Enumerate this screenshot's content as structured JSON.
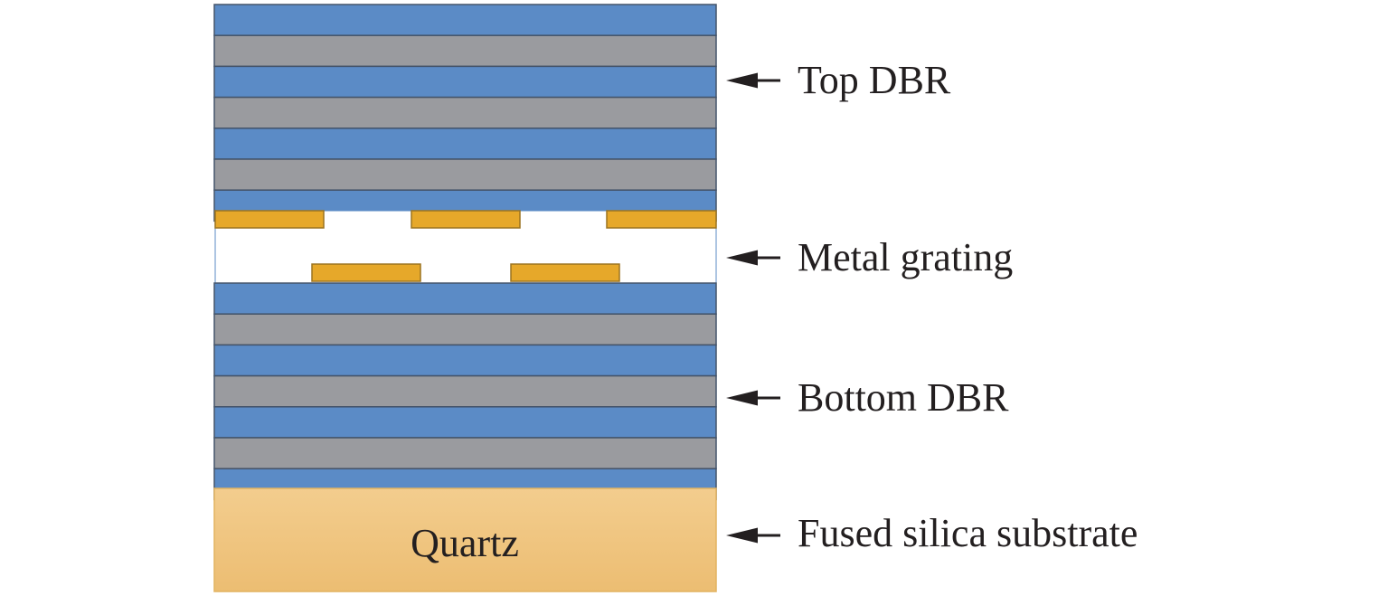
{
  "diagram": {
    "substrate_label": "Quartz",
    "labels": {
      "top_dbr": "Top DBR",
      "metal_grating": "Metal grating",
      "bottom_dbr": "Bottom DBR",
      "substrate": "Fused silica substrate"
    },
    "top_dbr_layers": [
      "blue",
      "gray",
      "blue",
      "gray",
      "blue",
      "gray",
      "blue"
    ],
    "bottom_dbr_layers": [
      "blue",
      "gray",
      "blue",
      "gray",
      "blue",
      "gray",
      "blue"
    ],
    "colors": {
      "blue": "#5b8bc6",
      "gray": "#9a9b9f",
      "layer_edge": "#44546a",
      "gold": "#e6a82a",
      "gold_edge": "#9c7420",
      "substrate_top": "#f3cd8e",
      "substrate_bottom": "#ecbd72",
      "substrate_edge": "#e2b360",
      "arrow": "#231f20"
    }
  }
}
